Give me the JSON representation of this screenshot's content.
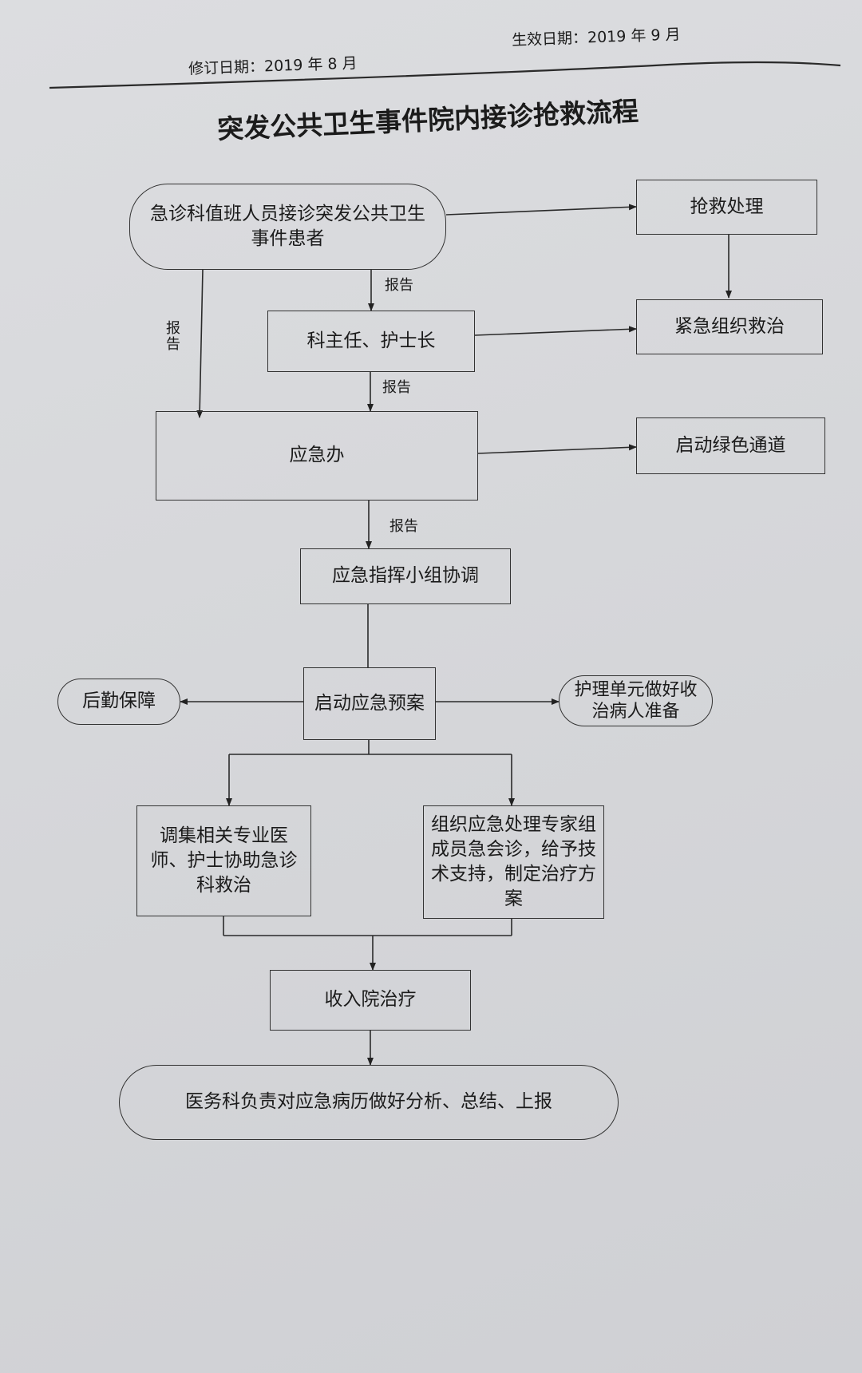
{
  "header": {
    "revised_date": "修订日期：2019 年 8 月",
    "effective_date": "生效日期：2019 年 9 月"
  },
  "title": "突发公共卫生事件院内接诊抢救流程",
  "nodes": {
    "start": "急诊科值班人员接诊突发公共卫生事件患者",
    "rescue": "抢救处理",
    "urgent_treatment": "紧急组织救治",
    "director": "科主任、护士长",
    "emergency_office": "应急办",
    "green_channel": "启动绿色通道",
    "command_group": "应急指挥小组协调",
    "plan": "启动应急预案",
    "logistics": "后勤保障",
    "nursing": "护理单元做好收治病人准备",
    "mobilize": "调集相关专业医师、护士协助急诊科救治",
    "experts": "组织应急处理专家组成员急会诊，给予技术支持，制定治疗方案",
    "admit": "收入院治疗",
    "summary": "医务科负责对应急病历做好分析、总结、上报"
  },
  "edge_labels": {
    "report_1": "报告",
    "report_2": "报告",
    "report_3": "报告",
    "report_4": "报告"
  }
}
